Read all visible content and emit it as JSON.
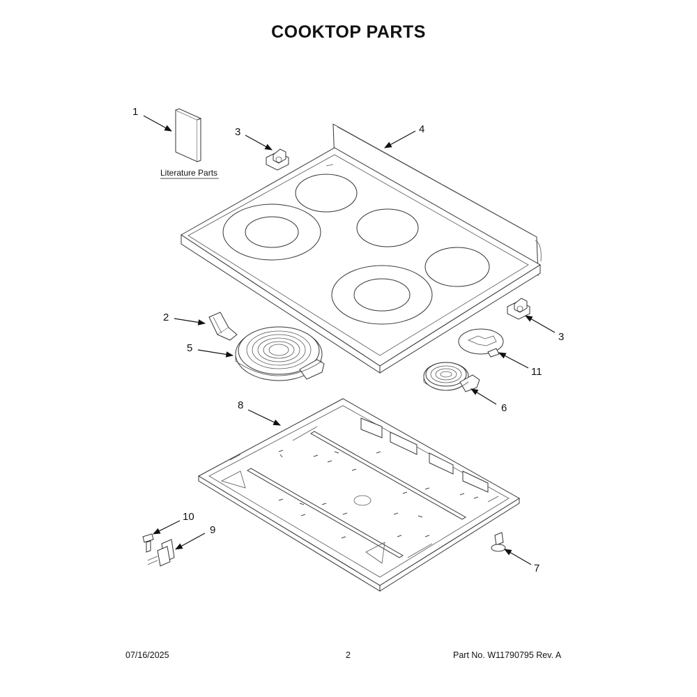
{
  "title": "COOKTOP PARTS",
  "literature_label": "Literature Parts",
  "callouts": {
    "c1": "1",
    "c2": "2",
    "c3a": "3",
    "c3b": "3",
    "c4": "4",
    "c5": "5",
    "c6": "6",
    "c7": "7",
    "c8": "8",
    "c9": "9",
    "c10": "10",
    "c11": "11"
  },
  "footer": {
    "date": "07/16/2025",
    "page": "2",
    "part_no": "Part No.  W11790795  Rev.  A"
  }
}
